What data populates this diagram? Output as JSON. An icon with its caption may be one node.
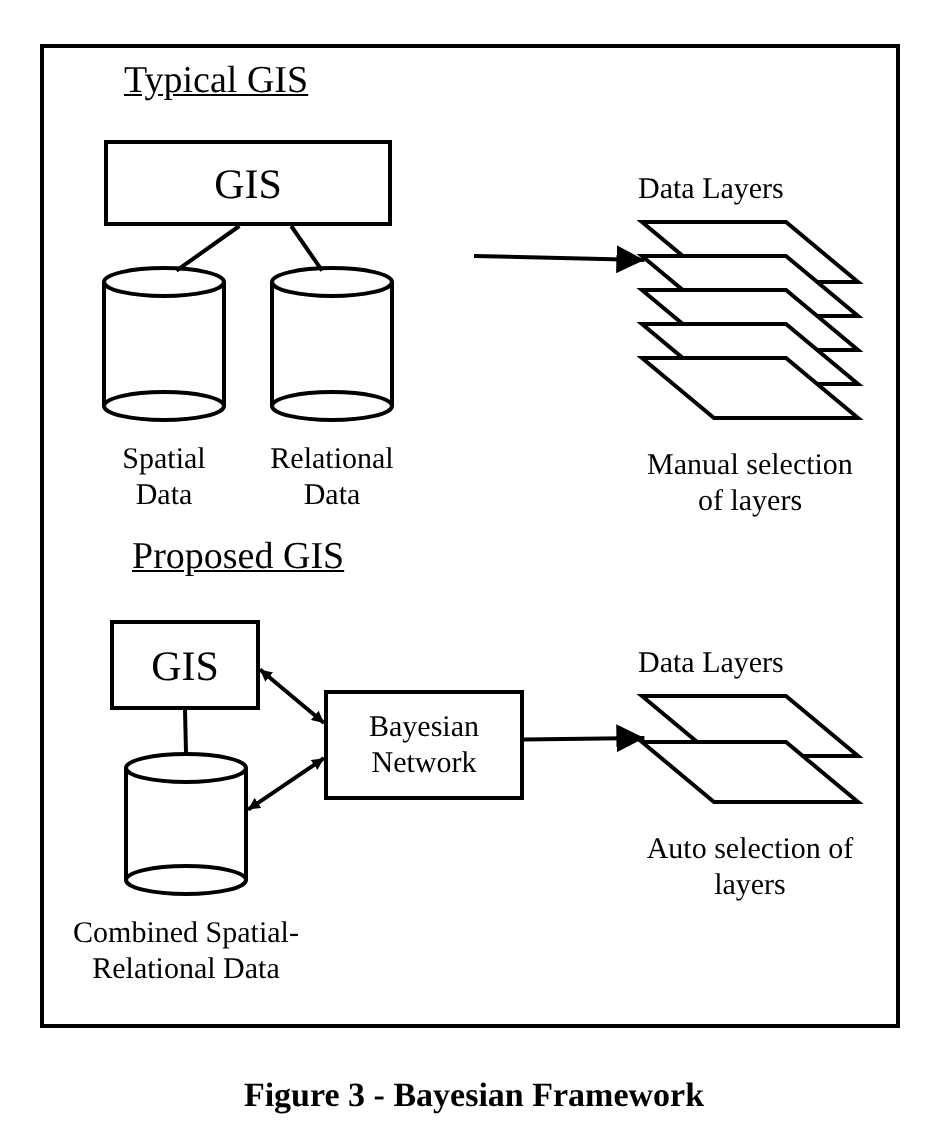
{
  "diagram": {
    "caption": "Figure 3 - Bayesian Framework",
    "nodes": [
      {
        "text": [
          "GIS"
        ]
      },
      {
        "text": [
          "Spatial Data"
        ]
      },
      {
        "text": [
          "Relational Data"
        ]
      },
      {
        "text": [
          "Data Layers",
          "Manual selection of layers"
        ]
      },
      {
        "text": [
          "GIS"
        ]
      },
      {
        "text": [
          "Combined Spatial-Relational Data"
        ]
      },
      {
        "text": [
          "Bayesian Network"
        ]
      },
      {
        "text": [
          "Data Layers",
          "Auto selection of layers"
        ]
      }
    ],
    "edges": [
      {
        "from": 0,
        "to": 1,
        "arrow": "none"
      },
      {
        "from": 0,
        "to": 2,
        "arrow": "none"
      },
      {
        "from": null,
        "to": 3,
        "arrow": "to"
      },
      {
        "from": 4,
        "to": 5,
        "arrow": "none"
      },
      {
        "from": 4,
        "to": 6,
        "arrow": "both"
      },
      {
        "from": 5,
        "to": 6,
        "arrow": "both"
      },
      {
        "from": 6,
        "to": 7,
        "arrow": "to"
      }
    ],
    "labels": [
      "Typical GIS",
      "Proposed GIS"
    ]
  }
}
